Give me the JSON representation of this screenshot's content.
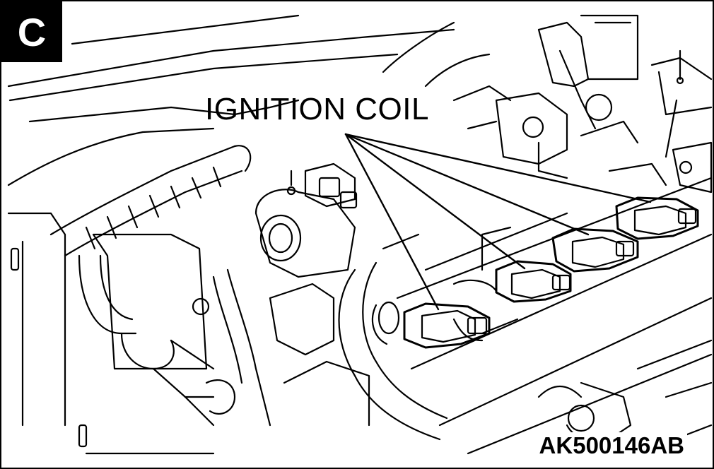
{
  "figure": {
    "view_letter": "C",
    "callout_label": "IGNITION COIL",
    "figure_code": "AK500146AB"
  },
  "colors": {
    "line": "#000000",
    "background": "#ffffff",
    "badge_background": "#000000",
    "badge_text": "#ffffff"
  },
  "parts": [
    "ignition-coil",
    "intake-manifold",
    "hose",
    "connector"
  ]
}
